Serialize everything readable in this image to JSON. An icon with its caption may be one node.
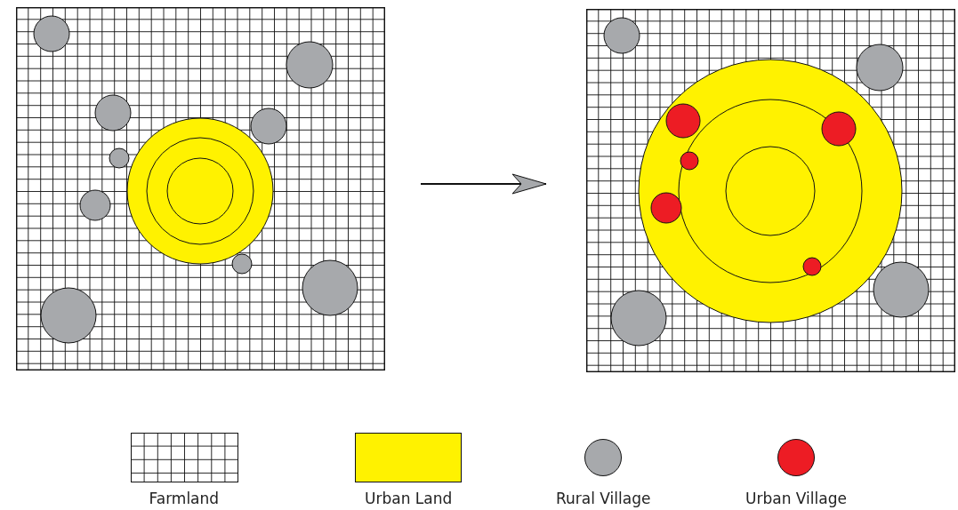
{
  "diagram": {
    "nodes": [
      {
        "text": [],
        "shape": "picture"
      },
      {
        "text": [],
        "shape": "picture"
      }
    ],
    "edges": [
      {
        "from": 0,
        "to": 1,
        "arrow": "to"
      }
    ],
    "legend": [
      {
        "text": "Farmland"
      },
      {
        "text": "Urban Land",
        "color": "#fff200"
      },
      {
        "text": "Rural Village",
        "color": "#a7a9ac"
      },
      {
        "text": "Urban Village",
        "color": "#ed1c24"
      }
    ]
  }
}
